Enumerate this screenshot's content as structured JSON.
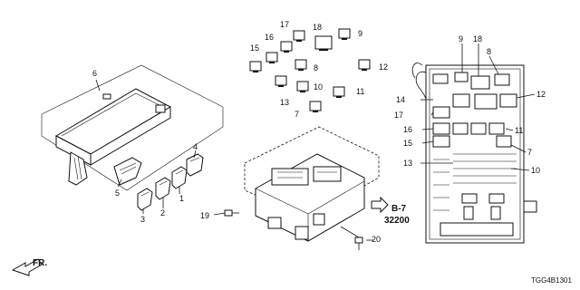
{
  "callouts": [
    {
      "id": "c1",
      "text": "1"
    },
    {
      "id": "c2",
      "text": "2"
    },
    {
      "id": "c3",
      "text": "3"
    },
    {
      "id": "c4",
      "text": "4"
    },
    {
      "id": "c5",
      "text": "5"
    },
    {
      "id": "c6",
      "text": "6"
    },
    {
      "id": "c7a",
      "text": "7"
    },
    {
      "id": "c8a",
      "text": "8"
    },
    {
      "id": "c9a",
      "text": "9"
    },
    {
      "id": "c10a",
      "text": "10"
    },
    {
      "id": "c11a",
      "text": "11"
    },
    {
      "id": "c12a",
      "text": "12"
    },
    {
      "id": "c13a",
      "text": "13"
    },
    {
      "id": "c14",
      "text": "14"
    },
    {
      "id": "c15a",
      "text": "15"
    },
    {
      "id": "c16a",
      "text": "16"
    },
    {
      "id": "c17a",
      "text": "17"
    },
    {
      "id": "c18a",
      "text": "18"
    },
    {
      "id": "c19",
      "text": "19"
    },
    {
      "id": "c20",
      "text": "20"
    },
    {
      "id": "c9b",
      "text": "9"
    },
    {
      "id": "c18b",
      "text": "18"
    },
    {
      "id": "c8b",
      "text": "8"
    },
    {
      "id": "c12b",
      "text": "12"
    },
    {
      "id": "c17b",
      "text": "17"
    },
    {
      "id": "c11b",
      "text": "11"
    },
    {
      "id": "c16b",
      "text": "16"
    },
    {
      "id": "c15b",
      "text": "15"
    },
    {
      "id": "c7b",
      "text": "7"
    },
    {
      "id": "c13b",
      "text": "13"
    },
    {
      "id": "c10b",
      "text": "10"
    }
  ],
  "reference": {
    "section": "B-7",
    "code": "32200"
  },
  "direction_label": "FR.",
  "diagram_code": "TGG4B1301"
}
